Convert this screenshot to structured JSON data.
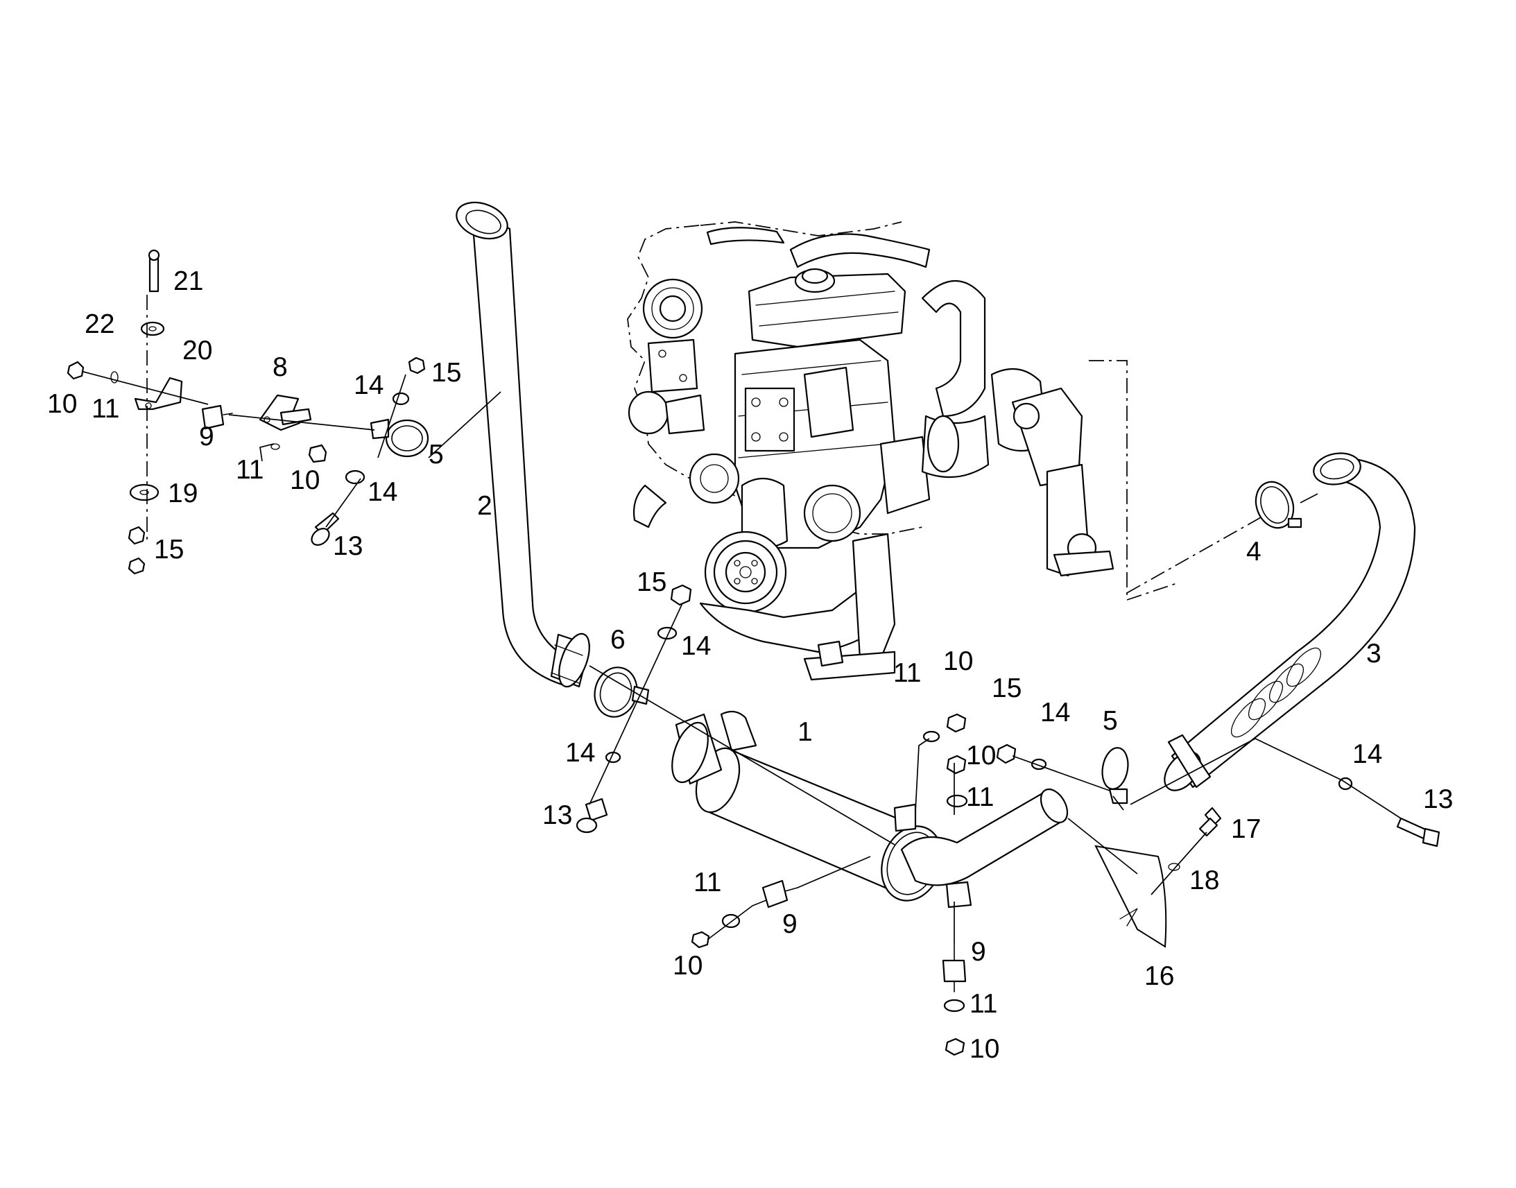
{
  "callouts": [
    {
      "id": "c1",
      "text": "1"
    },
    {
      "id": "c2",
      "text": "2"
    },
    {
      "id": "c3",
      "text": "3"
    },
    {
      "id": "c4",
      "text": "4"
    },
    {
      "id": "c5a",
      "text": "5"
    },
    {
      "id": "c5b",
      "text": "5"
    },
    {
      "id": "c6",
      "text": "6"
    },
    {
      "id": "c8",
      "text": "8"
    },
    {
      "id": "c9a",
      "text": "9"
    },
    {
      "id": "c9b",
      "text": "9"
    },
    {
      "id": "c9c",
      "text": "9"
    },
    {
      "id": "c10a",
      "text": "10"
    },
    {
      "id": "c10b",
      "text": "10"
    },
    {
      "id": "c10c",
      "text": "10"
    },
    {
      "id": "c10d",
      "text": "10"
    },
    {
      "id": "c10e",
      "text": "10"
    },
    {
      "id": "c10f",
      "text": "10"
    },
    {
      "id": "c11a",
      "text": "11"
    },
    {
      "id": "c11b",
      "text": "11"
    },
    {
      "id": "c11c",
      "text": "11"
    },
    {
      "id": "c11d",
      "text": "11"
    },
    {
      "id": "c11e",
      "text": "11"
    },
    {
      "id": "c11f",
      "text": "11"
    },
    {
      "id": "c13a",
      "text": "13"
    },
    {
      "id": "c13b",
      "text": "13"
    },
    {
      "id": "c13c",
      "text": "13"
    },
    {
      "id": "c14a",
      "text": "14"
    },
    {
      "id": "c14b",
      "text": "14"
    },
    {
      "id": "c14c",
      "text": "14"
    },
    {
      "id": "c14d",
      "text": "14"
    },
    {
      "id": "c14e",
      "text": "14"
    },
    {
      "id": "c14f",
      "text": "14"
    },
    {
      "id": "c15a",
      "text": "15"
    },
    {
      "id": "c15b",
      "text": "15"
    },
    {
      "id": "c15c",
      "text": "15"
    },
    {
      "id": "c15d",
      "text": "15"
    },
    {
      "id": "c16",
      "text": "16"
    },
    {
      "id": "c17",
      "text": "17"
    },
    {
      "id": "c18",
      "text": "18"
    },
    {
      "id": "c19",
      "text": "19"
    },
    {
      "id": "c20",
      "text": "20"
    },
    {
      "id": "c21",
      "text": "21"
    },
    {
      "id": "c22",
      "text": "22"
    }
  ]
}
